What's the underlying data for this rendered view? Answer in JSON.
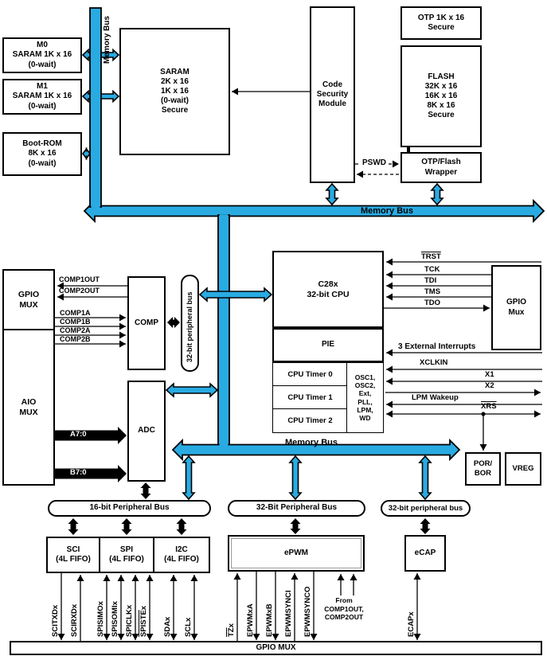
{
  "colors": {
    "bus": "#29ABE2",
    "line": "#000000",
    "box_bg": "#FFFFFF"
  },
  "labels": {
    "memory_bus": "Memory Bus",
    "m0": "M0\nSARAM 1K x 16\n(0-wait)",
    "m1": "M1\nSARAM 1K x 16\n(0-wait)",
    "boot_rom": "Boot-ROM\n8K x 16\n(0-wait)",
    "saram": "SARAM\n2K x 16\n1K x 16\n(0-wait)\nSecure",
    "code_security_module": "Code\nSecurity\nModule",
    "otp": "OTP 1K x 16\nSecure",
    "flash": "FLASH\n32K x 16\n16K x 16\n8K x 16\nSecure",
    "otp_flash_wrapper": "OTP/Flash\nWrapper",
    "pswd": "PSWD",
    "gpio_mux_left": "GPIO\nMUX",
    "aio_mux": "AIO\nMUX",
    "comp": "COMP",
    "adc": "ADC",
    "peripheral_bus_vertical": "32-bit peripheral bus",
    "cpu": "C28x\n32-bit CPU",
    "pie": "PIE",
    "timer0": "CPU Timer 0",
    "timer1": "CPU Timer 1",
    "timer2": "CPU Timer 2",
    "osc": "OSC1,\nOSC2,\nExt,\nPLL,\nLPM,\nWD",
    "gpio_mux_right": "GPIO\nMux",
    "ext_interrupts": "3 External Interrupts",
    "xclkin": "XCLKIN",
    "x1": "X1",
    "x2": "X2",
    "lpm_wakeup": "LPM Wakeup",
    "xrs_bar": "XRS",
    "por_bor": "POR/\nBOR",
    "vreg": "VREG",
    "comp1out": "COMP1OUT",
    "comp2out": "COMP2OUT",
    "comp1a": "COMP1A",
    "comp1b": "COMP1B",
    "comp2a": "COMP2A",
    "comp2b": "COMP2B",
    "a_bus": "A7:0",
    "b_bus": "B7:0",
    "bus16": "16-bit Peripheral Bus",
    "bus32a": "32-Bit Peripheral Bus",
    "bus32b": "32-bit peripheral bus",
    "sci": "SCI\n(4L FIFO)",
    "spi": "SPI\n(4L FIFO)",
    "i2c": "I2C\n(4L FIFO)",
    "epwm": "ePWM",
    "ecap": "eCAP",
    "from_comp": "From\nCOMP1OUT,\nCOMP2OUT",
    "gpio_mux_bottom": "GPIO MUX"
  },
  "jtag": [
    {
      "bar": "TRST",
      "text": ""
    },
    {
      "bar": "",
      "text": "TCK"
    },
    {
      "bar": "",
      "text": "TDI"
    },
    {
      "bar": "",
      "text": "TMS"
    },
    {
      "bar": "",
      "text": "TDO"
    }
  ],
  "bottom_signals": {
    "items": [
      {
        "bar": "",
        "text": "SCITXDx"
      },
      {
        "bar": "",
        "text": "SCIRXDx"
      },
      {
        "bar": "",
        "text": "SPISIMOx"
      },
      {
        "bar": "",
        "text": "SPISOMIx"
      },
      {
        "bar": "",
        "text": "SPICLKx"
      },
      {
        "bar": "SPISTE",
        "text": "x"
      },
      {
        "bar": "",
        "text": "SDAx"
      },
      {
        "bar": "",
        "text": "SCLx"
      },
      {
        "bar": "TZ",
        "text": "x"
      },
      {
        "bar": "",
        "text": "EPWMxA"
      },
      {
        "bar": "",
        "text": "EPWMxB"
      },
      {
        "bar": "",
        "text": "EPWMSYNCI"
      },
      {
        "bar": "",
        "text": "EPWMSYNCO"
      },
      {
        "bar": "",
        "text": "ECAPx"
      }
    ]
  }
}
